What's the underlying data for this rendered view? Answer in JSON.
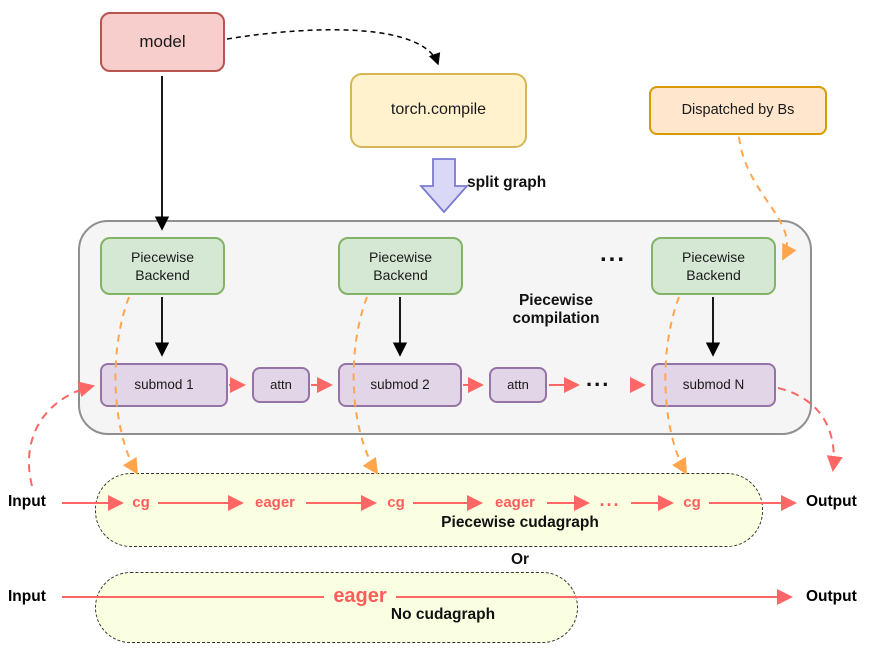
{
  "nodes": {
    "model": "model",
    "torch_compile": "torch.compile",
    "dispatched_by_bs": "Dispatched by Bs",
    "backend_1": "Piecewise Backend",
    "backend_2": "Piecewise Backend",
    "backend_3": "Piecewise Backend",
    "backend_ellipsis": "...",
    "submod_1": "submod 1",
    "submod_2": "submod 2",
    "submod_n": "submod N",
    "attn_1": "attn",
    "attn_2": "attn",
    "submod_ellipsis": "..."
  },
  "labels": {
    "split_graph": "split graph",
    "piecewise_compilation": "Piecewise compilation",
    "or": "Or"
  },
  "piecewise_cudagraph": {
    "steps": [
      "cg",
      "eager",
      "cg",
      "eager",
      "...",
      "cg"
    ],
    "caption": "Piecewise cudagraph",
    "input": "Input",
    "output": "Output"
  },
  "no_cudagraph": {
    "step": "eager",
    "caption": "No cudagraph",
    "input": "Input",
    "output": "Output"
  },
  "colors": {
    "model_fill": "#f8cecc",
    "model_border": "#b85450",
    "compile_fill": "#fff2cc",
    "compile_border": "#d6b656",
    "dispatch_fill": "#ffe6cc",
    "dispatch_border": "#d79b00",
    "backend_fill": "#d5e8d4",
    "backend_border": "#82b366",
    "submod_fill": "#e1d5e7",
    "submod_border": "#9673a6",
    "container_fill": "#f5f5f5",
    "container_border": "#8f8f8f",
    "region_fill": "#f9ffe0",
    "red_arrow": "#ff6666",
    "orange_arrow": "#ffa64d",
    "split_arrow_fill": "#d9d9f7",
    "split_arrow_border": "#7a7ad0"
  }
}
